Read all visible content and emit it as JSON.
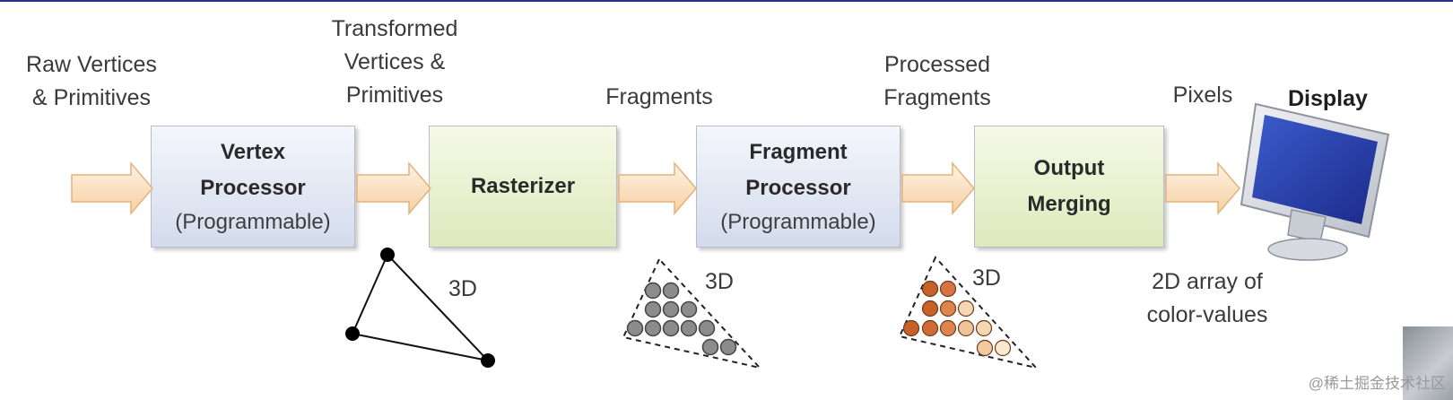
{
  "labels": {
    "raw": "Raw Vertices\n& Primitives",
    "transformed": "Transformed\nVertices &\nPrimitives",
    "fragments": "Fragments",
    "processed": "Processed\nFragments",
    "pixels": "Pixels",
    "display": "Display"
  },
  "stages": {
    "vertex": {
      "title": "Vertex\nProcessor",
      "sub": "(Programmable)"
    },
    "rasterizer": {
      "title": "Rasterizer"
    },
    "fragment": {
      "title": "Fragment\nProcessor",
      "sub": "(Programmable)"
    },
    "output": {
      "title": "Output\nMerging"
    }
  },
  "annotations": {
    "a3d_1": "3D",
    "a3d_2": "3D",
    "a3d_3": "3D",
    "array": "2D array of\ncolor-values"
  },
  "watermark": "@稀土掘金技术社区",
  "colors": {
    "arrow_fill": "#fbe2c4",
    "arrow_stroke": "#e9b985",
    "box_blue": "#dbe2f0",
    "box_green": "#e6efc8",
    "gray_dot": "#8c8c8c",
    "orange_dot_dark": "#c8602a",
    "orange_dot_mid": "#e0844e",
    "orange_dot_light": "#f6d7b4"
  }
}
